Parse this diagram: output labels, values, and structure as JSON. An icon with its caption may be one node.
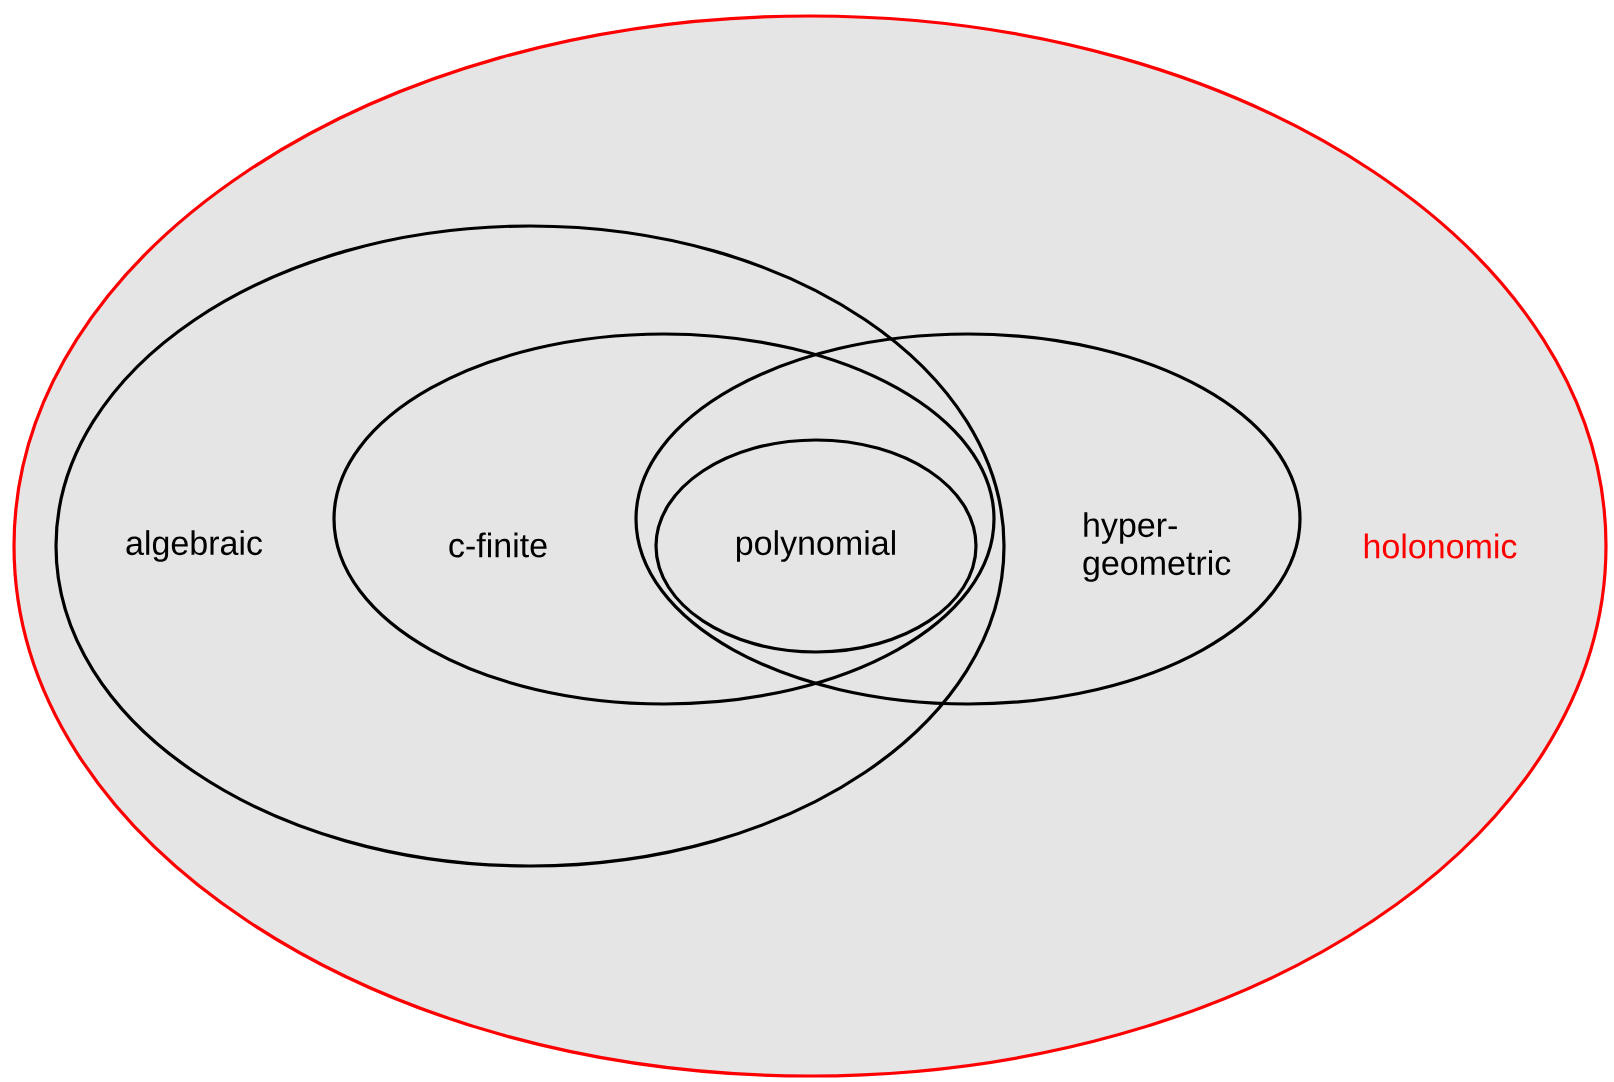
{
  "diagram": {
    "nodes": [
      {
        "text": [
          "holonomic"
        ]
      },
      {
        "text": [
          "algebraic"
        ],
        "in": 0
      },
      {
        "text": [
          "c-finite"
        ],
        "in": 1
      },
      {
        "text": [
          "hyper- geometric"
        ],
        "in": 0
      },
      {
        "text": [
          "polynomial"
        ]
      }
    ]
  }
}
